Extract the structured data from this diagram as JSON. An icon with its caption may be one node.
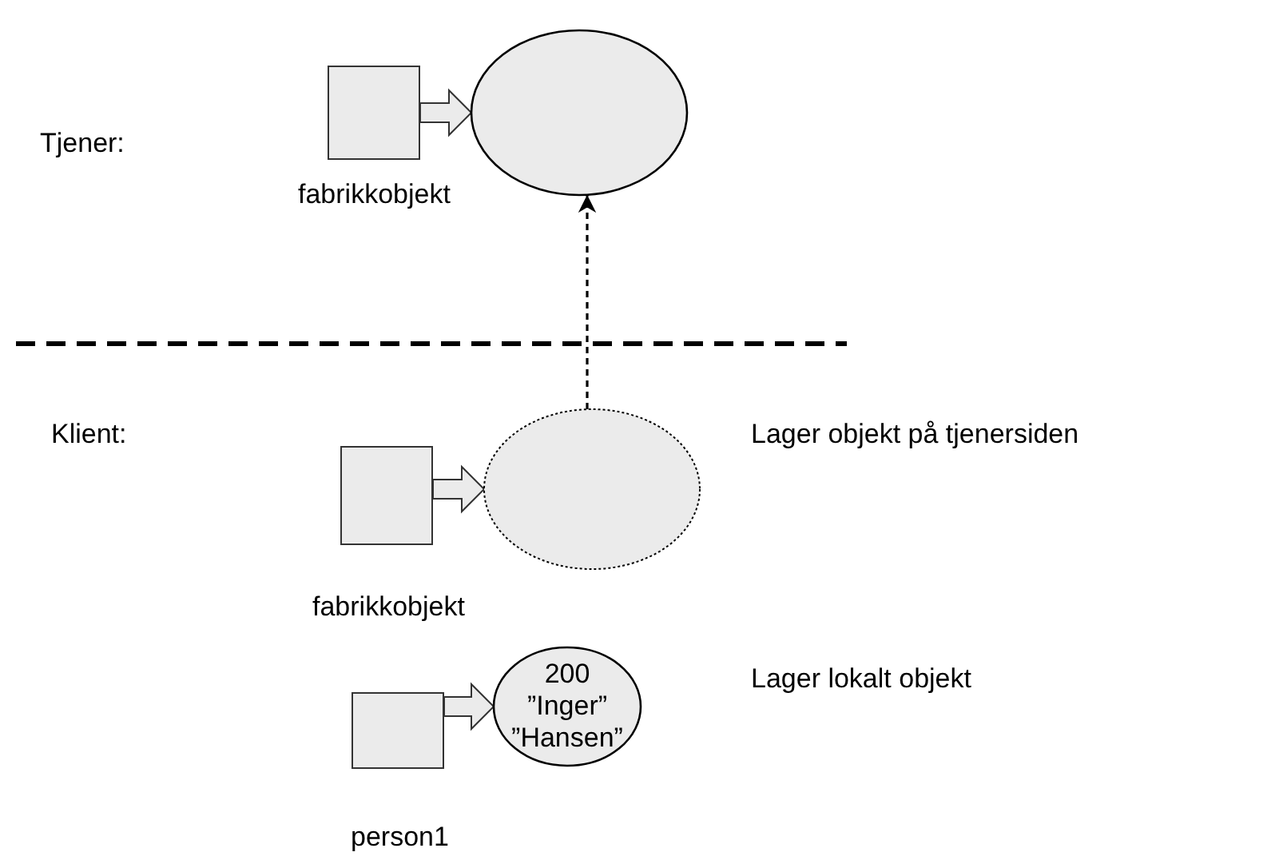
{
  "diagram": {
    "nodes": [
      {
        "text": [],
        "shape": "box",
        "beside": [
          "fabrikkobjekt"
        ]
      },
      {
        "text": [],
        "shape": "ellipse"
      },
      {
        "text": [],
        "shape": "box",
        "beside": [
          "fabrikkobjekt"
        ]
      },
      {
        "text": [],
        "shape": "ellipse"
      },
      {
        "text": [],
        "shape": "box",
        "beside": [
          "person1"
        ]
      },
      {
        "text": [
          "200",
          "”Inger”",
          "”Hansen”"
        ]
      }
    ],
    "edges": [
      {
        "from": 0,
        "to": 1,
        "arrow": "to"
      },
      {
        "from": 3,
        "to": 1,
        "arrow": "to",
        "style": "dashed"
      },
      {
        "from": 2,
        "to": 3,
        "arrow": "to"
      },
      {
        "from": 4,
        "to": 5,
        "arrow": "to"
      }
    ],
    "labels": [
      "Tjener:",
      "Klient:",
      "Lager objekt på tjenersiden",
      "Lager lokalt objekt"
    ]
  }
}
